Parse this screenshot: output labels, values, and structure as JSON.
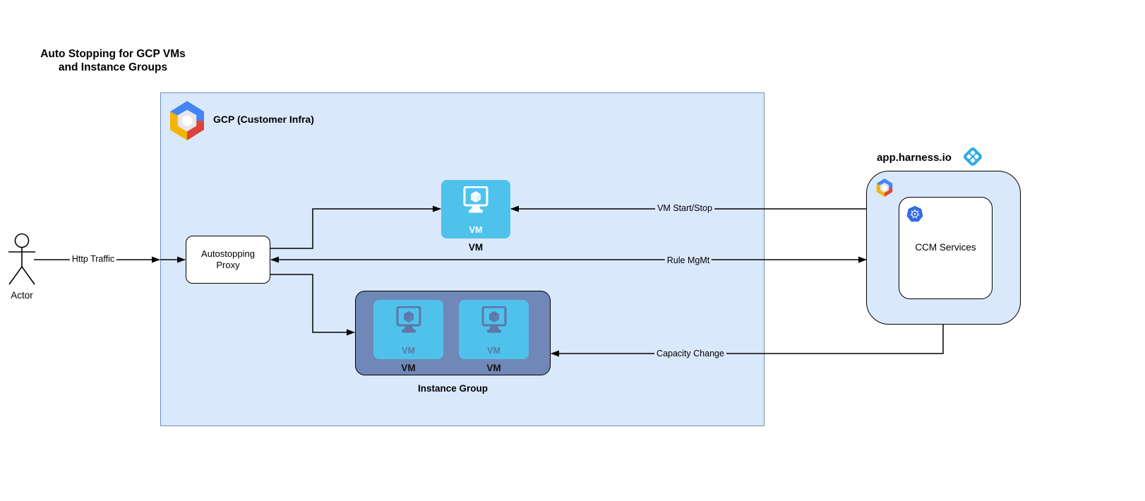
{
  "diagram": {
    "title": "Auto Stopping for GCP VMs\nand Instance Groups"
  },
  "actor": {
    "label": "Actor"
  },
  "edges": {
    "http_traffic": {
      "label": "Http Traffic"
    },
    "vm_start_stop": {
      "label": "VM Start/Stop"
    },
    "rule_mgmt": {
      "label": "Rule MgMt"
    },
    "capacity_change": {
      "label": "Capacity Change"
    }
  },
  "gcp_container": {
    "label": "GCP (Customer Infra)",
    "logo_icon": "gcp-logo",
    "proxy": {
      "label": "Autostopping\nProxy"
    },
    "vm": {
      "icon": "vm-monitor-icon",
      "icon_text": "VM",
      "label": "VM"
    },
    "instance_group": {
      "label": "Instance Group",
      "vms": [
        {
          "icon": "vm-monitor-icon",
          "icon_text": "VM",
          "label": "VM"
        },
        {
          "icon": "vm-monitor-icon",
          "icon_text": "VM",
          "label": "VM"
        }
      ]
    }
  },
  "harness": {
    "domain": "app.harness.io",
    "logo_icon": "harness-logo",
    "gcp_logo_icon": "gcp-logo",
    "ccm": {
      "icon": "kubernetes-logo",
      "label": "CCM Services"
    }
  },
  "colors": {
    "canvas": "#FFFFFF",
    "gcp_fill": "#DAE8FC",
    "gcp_stroke": "#6C8EBF",
    "vm_fill": "#4FC2EC",
    "ig_fill": "#7187B8",
    "harness_fill": "#DAE8FC",
    "harness_blue": "#2BACE3",
    "k8s_blue": "#326CE5",
    "edge_stroke": "#000000"
  }
}
